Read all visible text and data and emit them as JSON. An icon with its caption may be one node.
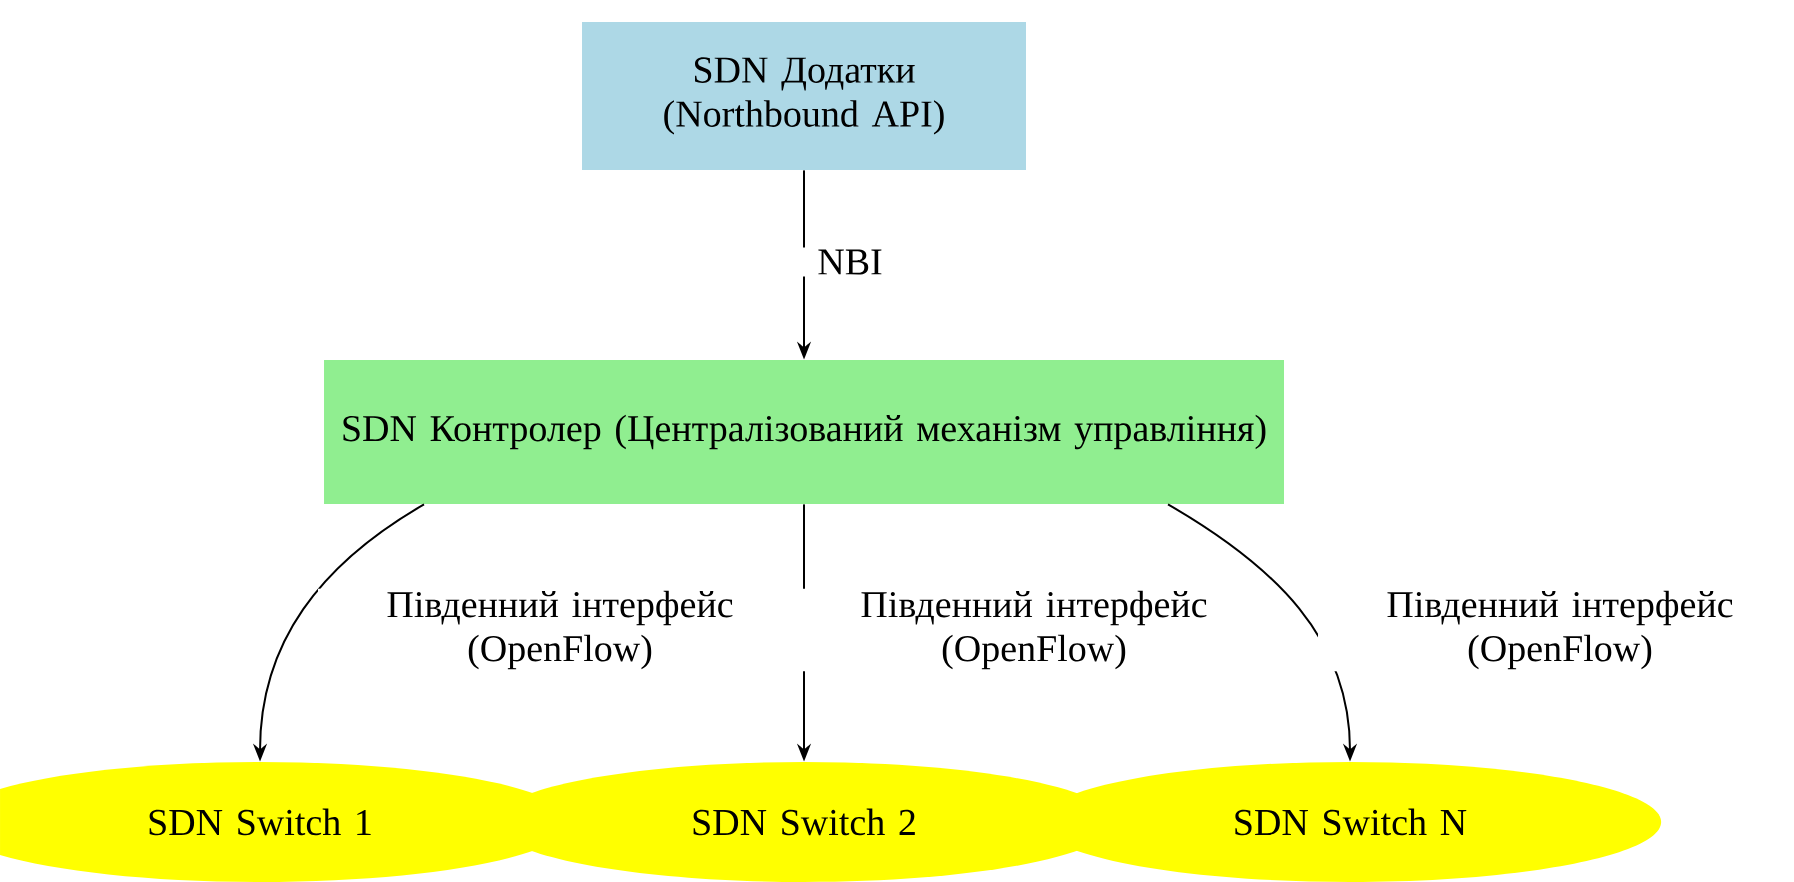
{
  "diagram": {
    "nodes": [
      {
        "text": [
          "SDN Додатки (Northbound API)"
        ]
      },
      {
        "text": [
          "SDN Контролер (Централізований механізм управління)"
        ]
      },
      {
        "text": [
          "SDN Switch 1"
        ]
      },
      {
        "text": [
          "SDN Switch 2"
        ]
      },
      {
        "text": [
          "SDN Switch N"
        ]
      }
    ],
    "edges": [
      {
        "from": 0,
        "to": 1,
        "arrow": "to",
        "label": "NBI"
      },
      {
        "from": 1,
        "to": 2,
        "arrow": "to",
        "label": "Південний інтерфейс (OpenFlow)"
      },
      {
        "from": 1,
        "to": 3,
        "arrow": "to",
        "label": "Південний інтерфейс (OpenFlow)"
      },
      {
        "from": 1,
        "to": 4,
        "arrow": "to",
        "label": "Південний інтерфейс (OpenFlow)"
      }
    ]
  }
}
